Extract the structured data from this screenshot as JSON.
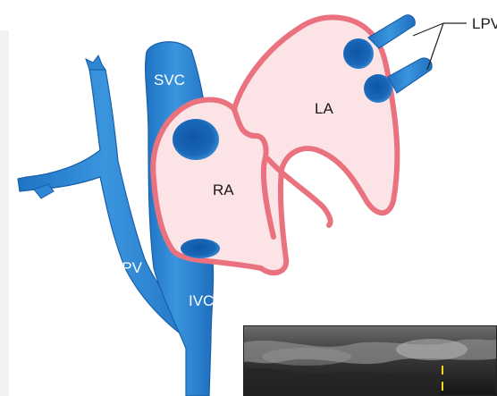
{
  "diagram": {
    "labels": {
      "svc": "SVC",
      "la": "LA",
      "ra": "RA",
      "rpv": "RPV",
      "ivc": "IVC",
      "lpv": "LPV"
    },
    "colors": {
      "vessel": "#2e86d4",
      "vessel_dark": "#1a5fa8",
      "chamber_wall": "#e9727e",
      "chamber_fill": "#fbe3e6",
      "ostium": "#1565b8"
    }
  },
  "inset": {
    "kind": "ultrasound-image"
  }
}
